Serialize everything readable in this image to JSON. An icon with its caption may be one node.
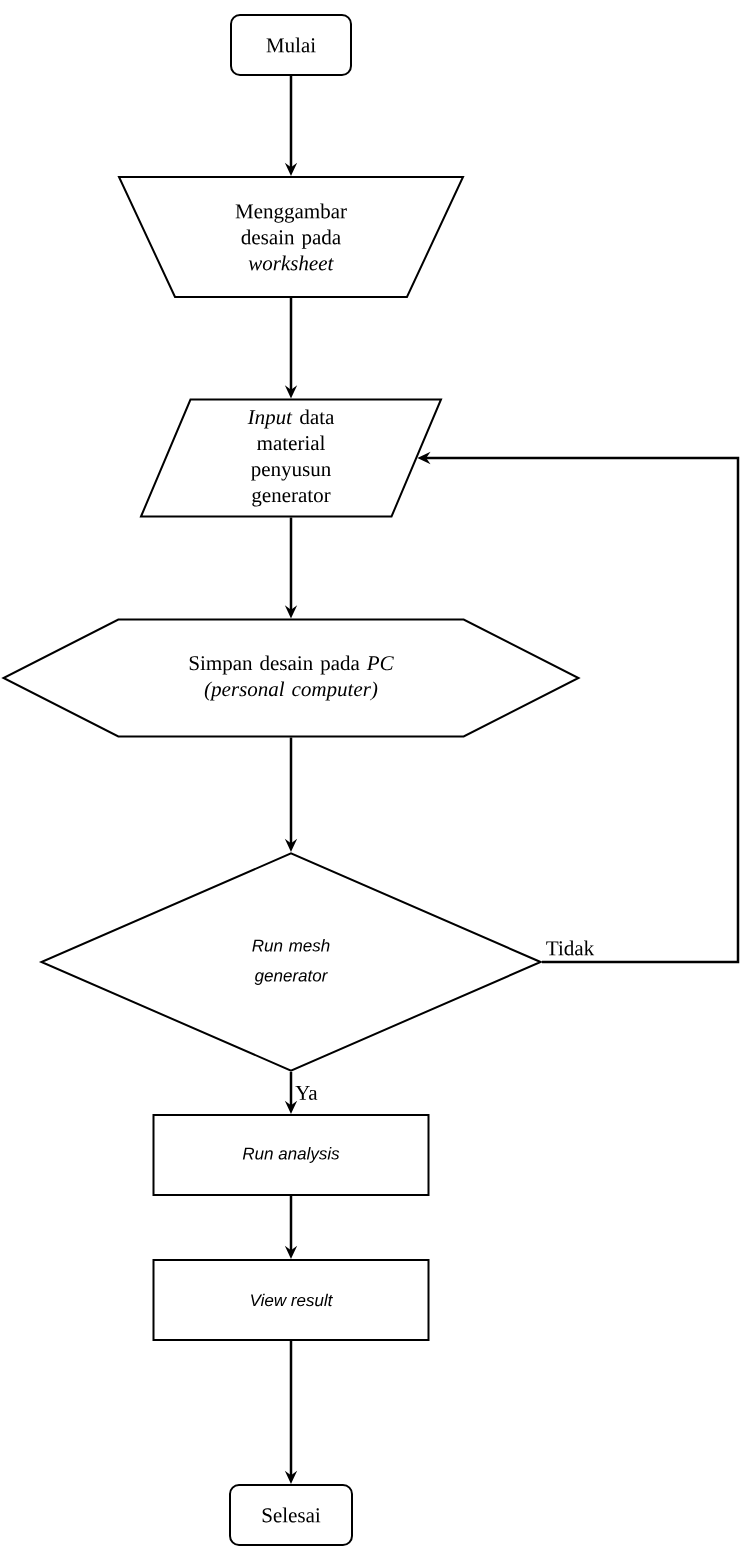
{
  "diagram": {
    "nodes": [
      {
        "text": [
          "Mulai"
        ]
      },
      {
        "text": [
          "Menggambar desain pada *worksheet*"
        ]
      },
      {
        "text": [
          "*Input* data material penyusun generator"
        ]
      },
      {
        "text": [
          "Simpan desain pada *PC* *(personal computer)*"
        ]
      },
      {
        "text": [
          "Run mesh generator"
        ]
      },
      {
        "text": [
          "Run analysis"
        ]
      },
      {
        "text": [
          "View result"
        ]
      },
      {
        "text": [
          "Selesai"
        ]
      }
    ],
    "edges": [
      {
        "from": 0,
        "to": 1,
        "arrow": "to"
      },
      {
        "from": 1,
        "to": 2,
        "arrow": "to"
      },
      {
        "from": 2,
        "to": 3,
        "arrow": "to"
      },
      {
        "from": 3,
        "to": 4,
        "arrow": "to"
      },
      {
        "from": 4,
        "to": 5,
        "label": "Ya",
        "arrow": "to"
      },
      {
        "from": 5,
        "to": 6,
        "arrow": "to"
      },
      {
        "from": 6,
        "to": 7,
        "arrow": "to"
      },
      {
        "from": 4,
        "to": 2,
        "label": "Tidak",
        "arrow": "to"
      }
    ]
  }
}
